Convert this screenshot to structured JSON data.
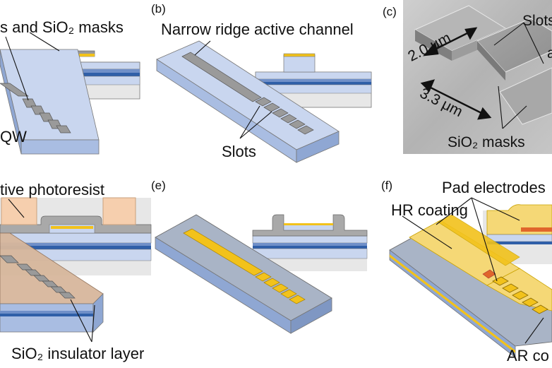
{
  "panels": {
    "a": {
      "label": "",
      "masks_label": "s and SiO₂ masks",
      "qw_label": "QW"
    },
    "b": {
      "label": "(b)",
      "ridge_label": "Narrow ridge active channel",
      "slots_label": "Slots"
    },
    "c": {
      "label": "(c)",
      "slots_label": "Slots",
      "width_label": "2.0 μm",
      "length_label": "3.3 μm",
      "masks_label": "SiO₂ masks"
    },
    "d": {
      "label": "",
      "photoresist_label": "tive photoresist",
      "insulator_label": "SiO₂ insulator layer"
    },
    "e": {
      "label": "(e)"
    },
    "f": {
      "label": "(f)",
      "pad_label": "Pad electrodes",
      "hr_label": "HR coating",
      "ar_label": "AR co"
    }
  },
  "colors": {
    "substrate_top": "#c9d6ef",
    "substrate_front": "#a9bde2",
    "substrate_side": "#8fa7d3",
    "waveguide_dark": "#2f5fa8",
    "waveguide_light": "#6f8fc8",
    "gray_layer": "#d4d4d4",
    "mask_gray": "#9a9a9a",
    "electrode_yellow": "#f2c21b",
    "pad_yellow": "#f5d876",
    "photoresist": "#f6cfae",
    "photoresist_dark": "#c9a27e",
    "insulator_gray": "#a9a9a9",
    "orange_contact": "#e0662c",
    "sem_bg": "#b9b9b9"
  }
}
